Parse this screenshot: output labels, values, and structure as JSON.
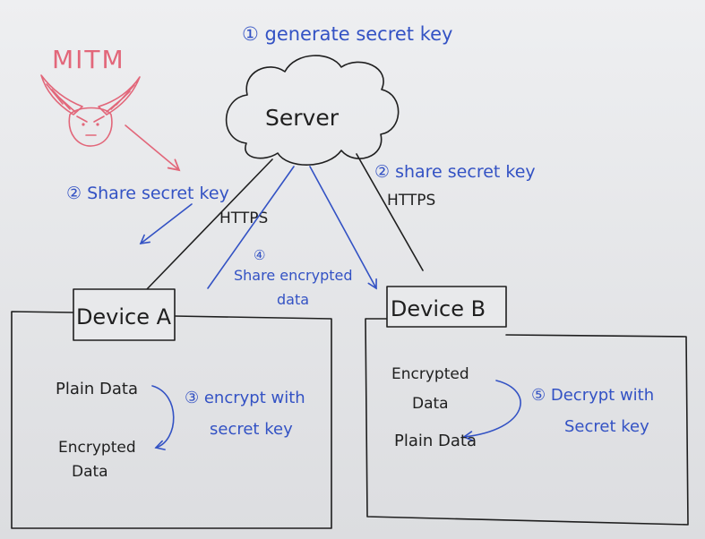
{
  "colors": {
    "board": "#e9eaec",
    "marker_black": "#1f1f1f",
    "marker_blue": "#3352c4",
    "marker_red": "#e2677a"
  },
  "server": {
    "label": "Server"
  },
  "attacker": {
    "label": "MITM"
  },
  "links": {
    "device_a_protocol": "HTTPS",
    "device_b_protocol": "HTTPS"
  },
  "steps": {
    "generate": "① generate secret key",
    "share_key_a": "② Share secret key",
    "share_key_b": "② share secret key",
    "encrypt": {
      "line1": "③ encrypt with",
      "line2": "secret key"
    },
    "share_data": {
      "number": "④",
      "line1": "Share encrypted",
      "line2": "data"
    },
    "decrypt": {
      "line1": "⑤ Decrypt with",
      "line2": "Secret key"
    }
  },
  "device_a": {
    "label": "Device A",
    "input": "Plain Data",
    "output_line1": "Encrypted",
    "output_line2": "Data"
  },
  "device_b": {
    "label": "Device B",
    "input_line1": "Encrypted",
    "input_line2": "Data",
    "output": "Plain Data"
  }
}
